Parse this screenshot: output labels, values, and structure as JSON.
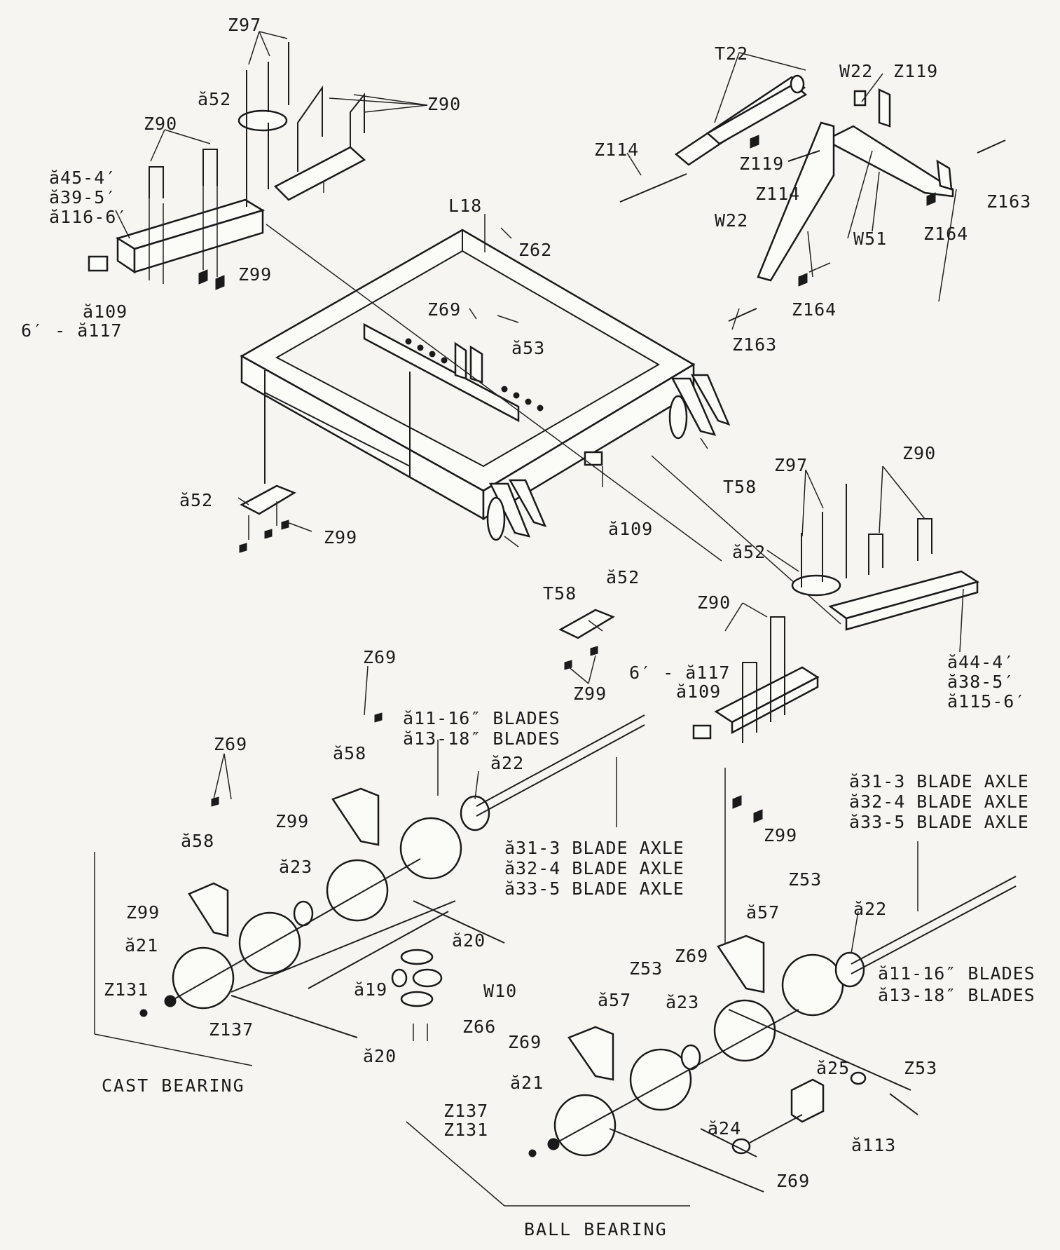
{
  "labels": {
    "z97_top": "Z97",
    "d52_top": "ă52",
    "z90_top_right": "Z90",
    "z90_top_left": "Z90",
    "d45": "ă45-4′",
    "d39": "ă39-5′",
    "d116": "ă116-6′",
    "z99_top": "Z99",
    "d109_top": "ă109",
    "d117_top": "6′ - ă117",
    "t22": "T22",
    "w22_top": "W22",
    "z119_top": "Z119",
    "z114_left": "Z114",
    "z119_mid": "Z119",
    "z114_mid": "Z114",
    "w22_mid": "W22",
    "z163_right": "Z163",
    "w51": "W51",
    "z164_right": "Z164",
    "z164_low": "Z164",
    "z163_low": "Z163",
    "l18": "L18",
    "z62": "Z62",
    "z69_frame": "Z69",
    "d53": "ă53",
    "d52_left": "ă52",
    "z99_left": "Z99",
    "t58_right": "T58",
    "d109_mid": "ă109",
    "t58_low": "T58",
    "z97_right": "Z97",
    "z90_right": "Z90",
    "d52_right": "ă52",
    "d52_center": "ă52",
    "z90_mid": "Z90",
    "d117_mid": "6′ - ă117",
    "d109_right": "ă109",
    "z99_center": "Z99",
    "d44": "ă44-4′",
    "d38": "ă38-5′",
    "d115": "ă115-6′",
    "z69_a": "Z69",
    "d11_a": "ă11-16″ BLADES",
    "d13_a": "ă13-18″ BLADES",
    "z69_b": "Z69",
    "d58_a": "ă58",
    "d22_a": "ă22",
    "z99_a": "Z99",
    "d58_b": "ă58",
    "d31_a": "ă31-3 BLADE AXLE",
    "d32_a": "ă32-4 BLADE AXLE",
    "d33_a": "ă33-5 BLADE AXLE",
    "d23_a": "ă23",
    "z99_b": "Z99",
    "d21_a": "ă21",
    "d20_a": "ă20",
    "z131_a": "Z131",
    "d19": "ă19",
    "w10": "W10",
    "z137_a": "Z137",
    "z66": "Z66",
    "d20_b": "ă20",
    "d31_b": "ă31-3 BLADE AXLE",
    "d32_b": "ă32-4 BLADE AXLE",
    "d33_b": "ă33-5 BLADE AXLE",
    "z99_c": "Z99",
    "z53_a": "Z53",
    "d57_a": "ă57",
    "d22_b": "ă22",
    "z69_c": "Z69",
    "d11_b": "ă11-16″ BLADES",
    "d13_b": "ă13-18″ BLADES",
    "z53_b": "Z53",
    "d57_b": "ă57",
    "d23_b": "ă23",
    "z69_d": "Z69",
    "d21_b": "ă21",
    "d25": "ă25",
    "z53_c": "Z53",
    "z137_b": "Z137",
    "z131_b": "Z131",
    "d24": "ă24",
    "d113": "ă113",
    "z69_e": "Z69"
  },
  "captions": {
    "cast_bearing": "CAST BEARING",
    "ball_bearing": "BALL BEARING"
  }
}
